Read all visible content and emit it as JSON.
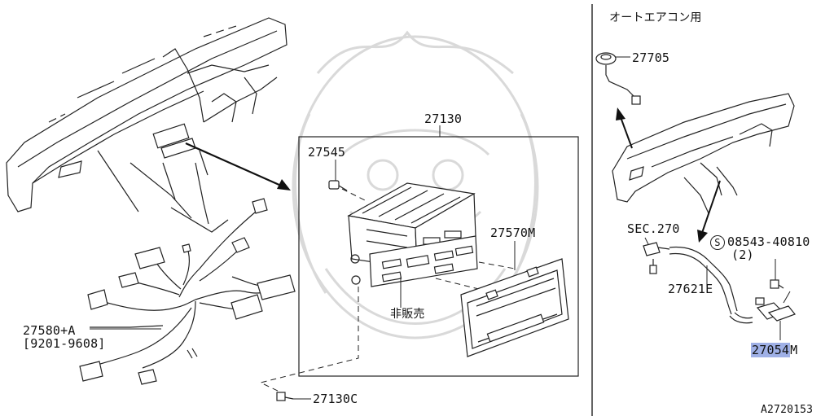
{
  "left_panel": {
    "box_label": "27130",
    "clip_label": "27545",
    "bezel_label": "27570M",
    "not_for_sale_label": "非販売",
    "harness_label": "27580+A",
    "harness_date_range": "[9201-9608]",
    "screw_label": "27130C"
  },
  "right_panel": {
    "title": "オートエアコン用",
    "sensor_label": "27705",
    "section_ref": "SEC.270",
    "bolt_symbol": "S",
    "bolt_label": "08543-40810",
    "bolt_qty": "(2)",
    "hose_label": "27621E",
    "highlighted_part": {
      "label_main": "27054",
      "label_suffix": "M",
      "highlight_color": "#9fb0e6"
    }
  },
  "diagram_id": "A2720153",
  "colors": {
    "line": "#222222",
    "watermark": "#d8d8d8",
    "background": "#ffffff"
  }
}
